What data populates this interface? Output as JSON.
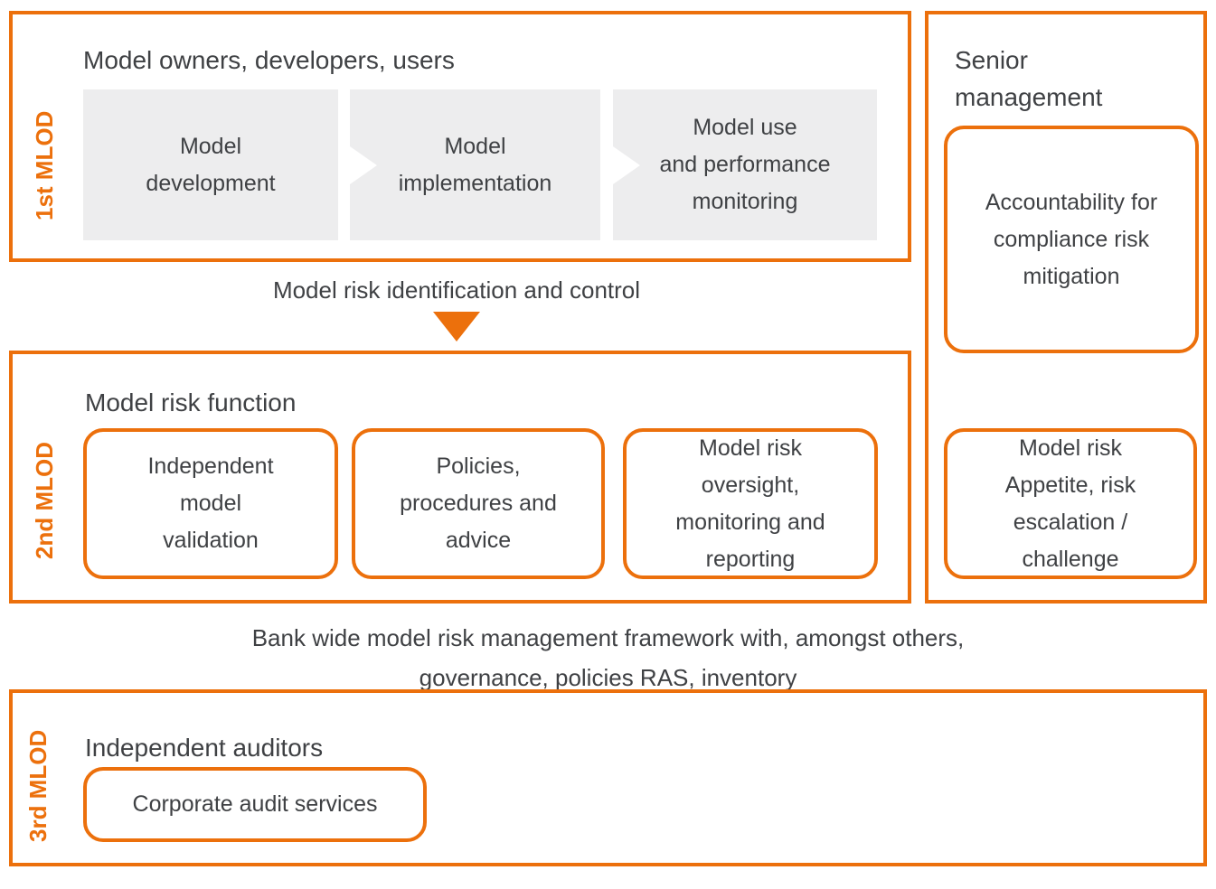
{
  "colors": {
    "accent": "#EC700C",
    "text": "#3F4144",
    "panel": "#EDEDEE",
    "bg": "#FFFFFF"
  },
  "defense": {
    "first": {
      "mlod": "1st MLOD",
      "heading": "Model owners, developers, users",
      "items": [
        {
          "lines": [
            "Model",
            "development"
          ]
        },
        {
          "lines": [
            "Model",
            "implementation"
          ]
        },
        {
          "lines": [
            "Model use",
            "and performance",
            "monitoring"
          ]
        }
      ]
    },
    "second": {
      "mlod": "2nd MLOD",
      "heading": "Model risk function",
      "items": [
        {
          "lines": [
            "Independent",
            "model",
            "validation"
          ]
        },
        {
          "lines": [
            "Policies,",
            "procedures and",
            "advice"
          ]
        },
        {
          "lines": [
            "Model risk",
            "oversight,",
            "monitoring and",
            "reporting"
          ]
        }
      ]
    },
    "third": {
      "mlod": "3rd MLOD",
      "heading": "Independent auditors",
      "items": [
        {
          "lines": [
            "Corporate audit services"
          ]
        }
      ]
    }
  },
  "senior_management": {
    "heading_lines": [
      "Senior",
      "management"
    ],
    "items": [
      {
        "lines": [
          "Accountability for",
          "compliance risk",
          "mitigation"
        ]
      },
      {
        "lines": [
          "Model risk",
          "Appetite, risk",
          "escalation /",
          "challenge"
        ]
      }
    ]
  },
  "connectors": {
    "identification_label": "Model risk identification and control",
    "framework_lines": [
      "Bank wide model risk management framework with, amongst others,",
      "governance, policies RAS, inventory"
    ]
  }
}
